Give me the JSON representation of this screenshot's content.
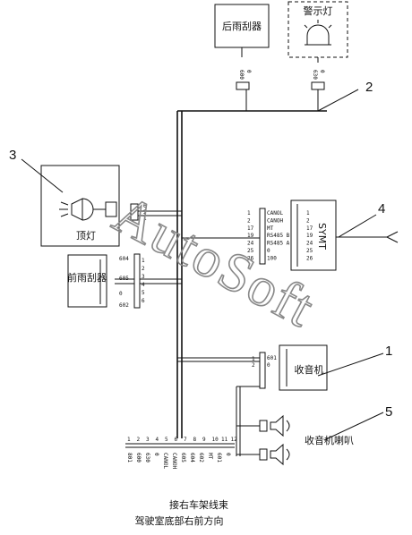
{
  "components": {
    "rear_wiper": "后雨刮器",
    "warning_lamp": "警示灯",
    "ceiling_lamp": "顶灯",
    "front_wiper": "前雨刮器",
    "radio": "收音机",
    "radio_speaker": "收音机喇叭",
    "symt": "SYMT"
  },
  "connector_wires": {
    "rear_wiper": [
      "0",
      "600"
    ],
    "warning_lamp": [
      "0",
      "630"
    ]
  },
  "callouts": [
    "1",
    "2",
    "3",
    "4",
    "5"
  ],
  "ceiling_lamp_pins": [
    "6",
    "2",
    "1"
  ],
  "front_wiper_pins": [
    "1",
    "2",
    "3",
    "4",
    "5",
    "6"
  ],
  "front_wiper_wires": [
    "604",
    "605",
    "0",
    "602"
  ],
  "symt_pins": [
    "1",
    "2",
    "17",
    "19",
    "24",
    "25",
    "26"
  ],
  "symt_signals": [
    "CANOL",
    "CANOH",
    "MT",
    "RS485 B",
    "RS485 A",
    "0",
    "100"
  ],
  "radio_pins": [
    "1",
    "2"
  ],
  "radio_wires": [
    "601",
    "0"
  ],
  "bottom_pins": [
    "1",
    "2",
    "3",
    "4",
    "5",
    "6",
    "7",
    "8",
    "9",
    "10",
    "11",
    "12"
  ],
  "bottom_wires": [
    "801",
    "600",
    "630",
    "0",
    "CANOL",
    "CANOH",
    "605",
    "604",
    "602",
    "MT",
    "601",
    "0"
  ],
  "notes": {
    "line1": "接右车架线束",
    "line2": "驾驶室底部右前方向"
  },
  "watermark": "AutoSoft"
}
